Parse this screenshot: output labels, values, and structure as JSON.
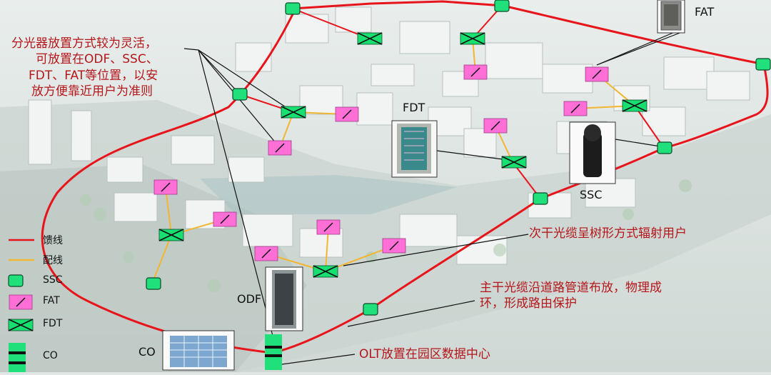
{
  "colors": {
    "feeder": "#e8141b",
    "distribution": "#f2b632",
    "ssc_fill": "#1fe07a",
    "fat_fill": "#ff6fd6",
    "fdt_fill": "#18e070",
    "annotation_text": "#b4161b"
  },
  "annotations": {
    "splitter_lines": [
      "分光器放置方式较为灵活，",
      "可放置在ODF、SSC、",
      "FDT、FAT等位置，以安",
      "放方便靠近用户为准则"
    ],
    "secondary_cable": "次干光缆呈树形方式辐射用户",
    "trunk_lines": [
      "主干光缆沿道路管道布放，物理成",
      "环，形成路由保护"
    ],
    "olt": "OLT放置在园区数据中心"
  },
  "equipment_labels": {
    "fdt": "FDT",
    "fat": "FAT",
    "ssc": "SSC",
    "odf": "ODF",
    "co": "CO"
  },
  "legend": {
    "feeder": "馈线",
    "distribution": "配线",
    "ssc": "SSC",
    "fat": "FAT",
    "fdt": "FDT",
    "co": "CO"
  }
}
